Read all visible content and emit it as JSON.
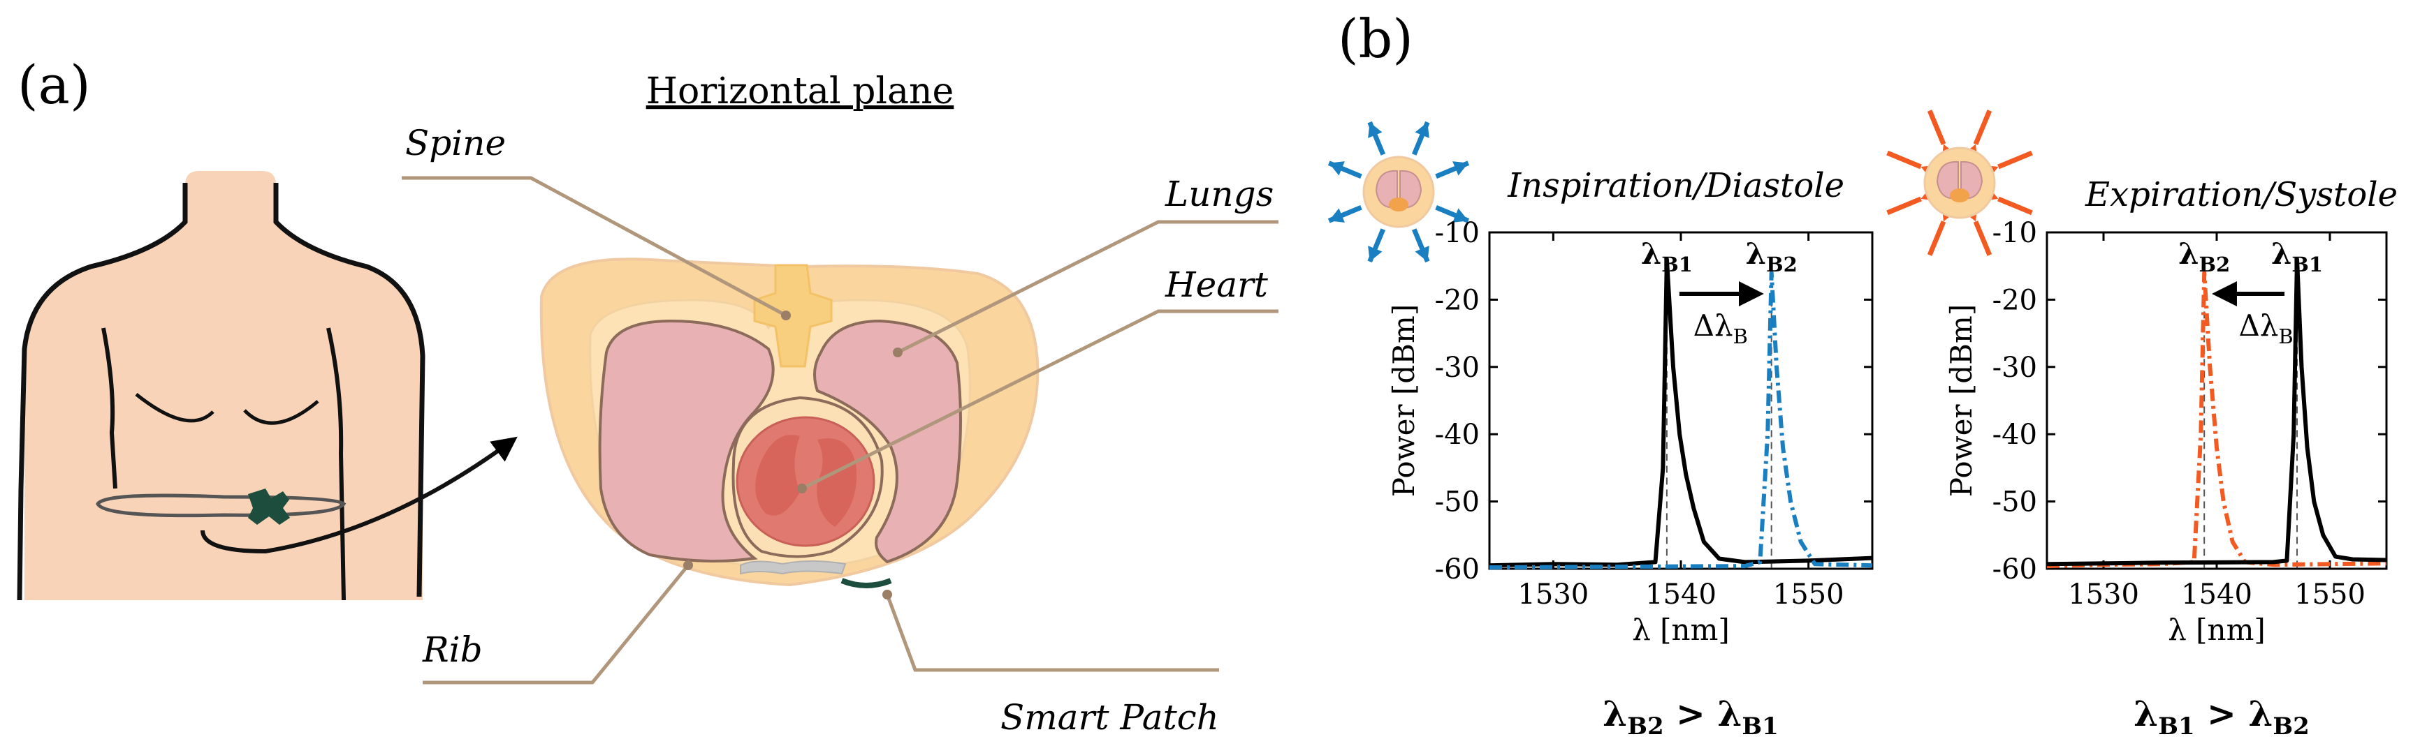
{
  "panel_a": {
    "label": "(a)",
    "plane_title": "Horizontal plane",
    "annotations": {
      "spine": "Spine",
      "lungs": "Lungs",
      "heart": "Heart",
      "rib": "Rib",
      "smart_patch": "Smart Patch"
    }
  },
  "panel_b": {
    "label": "(b)",
    "icon_expand": "arrows-outward-icon",
    "icon_compress": "arrows-inward-icon"
  },
  "colors": {
    "skin": "#f8d3b8",
    "torso_fill": "#fbd59e",
    "lung": "#e8b1b3",
    "heart": "#e07a70",
    "spine": "#f8cf7e",
    "leader": "#b0977c",
    "band_patch": "#1d4d3c",
    "series_black": "#000000",
    "series_blue": "#1a7fc1",
    "series_orange": "#f25a22",
    "arrow_blue": "#1a7fc1",
    "arrow_orange": "#f25a22"
  },
  "chart_data": [
    {
      "type": "line",
      "title": "Inspiration/Diastole",
      "xlabel": "λ [nm]",
      "ylabel": "Power [dBm]",
      "xlim": [
        1525,
        1555
      ],
      "ylim": [
        -60,
        -10
      ],
      "xticks": [
        1530,
        1540,
        1550
      ],
      "yticks": [
        -10,
        -20,
        -30,
        -40,
        -50,
        -60
      ],
      "series": [
        {
          "color": "#000000",
          "style": "solid",
          "x": [
            1525,
            1530,
            1535,
            1538.0,
            1538.6,
            1538.9,
            1539.4,
            1539.9,
            1540.4,
            1541.0,
            1541.8,
            1543,
            1545,
            1550,
            1555
          ],
          "y": [
            -59.5,
            -59.3,
            -59.4,
            -59.0,
            -45,
            -14,
            -30,
            -40,
            -46,
            -51,
            -56,
            -58.5,
            -59.0,
            -58.8,
            -58.4
          ]
        },
        {
          "color": "#1a7fc1",
          "style": "dashdot",
          "x": [
            1525,
            1535,
            1545,
            1546.2,
            1546.8,
            1547.1,
            1547.5,
            1548.0,
            1548.6,
            1549.4,
            1550.5,
            1555
          ],
          "y": [
            -59.8,
            -59.7,
            -59.6,
            -59.0,
            -40,
            -16,
            -30,
            -42,
            -50,
            -56,
            -59.3,
            -59.5
          ]
        }
      ],
      "peak_labels": [
        {
          "text": "λB1",
          "main": "λ",
          "sub": "B1",
          "x": 1538.9
        },
        {
          "text": "λB2",
          "main": "λ",
          "sub": "B2",
          "x": 1547.1
        }
      ],
      "shift_label": {
        "text": "ΔλB",
        "main": "Δλ",
        "sub": "B",
        "direction": "right"
      },
      "condition": {
        "a": "λB2",
        "op": ">",
        "b": "λB1"
      }
    },
    {
      "type": "line",
      "title": "Expiration/Systole",
      "xlabel": "λ [nm]",
      "ylabel": "Power [dBm]",
      "xlim": [
        1525,
        1555
      ],
      "ylim": [
        -60,
        -10
      ],
      "xticks": [
        1530,
        1540,
        1550
      ],
      "yticks": [
        -10,
        -20,
        -30,
        -40,
        -50,
        -60
      ],
      "series": [
        {
          "color": "#f25a22",
          "style": "dashdot",
          "x": [
            1525,
            1530,
            1535,
            1538.0,
            1538.6,
            1538.9,
            1539.4,
            1540.0,
            1540.6,
            1541.4,
            1542.5,
            1545,
            1555
          ],
          "y": [
            -59.6,
            -59.4,
            -59.3,
            -59.0,
            -40,
            -16,
            -30,
            -42,
            -50,
            -56,
            -59.0,
            -59.4,
            -59.2
          ]
        },
        {
          "color": "#000000",
          "style": "solid",
          "x": [
            1525,
            1535,
            1545,
            1546.2,
            1546.8,
            1547.1,
            1547.5,
            1548.0,
            1548.6,
            1549.4,
            1550.5,
            1552,
            1555
          ],
          "y": [
            -59.3,
            -59.1,
            -59.0,
            -58.8,
            -40,
            -14,
            -30,
            -42,
            -50,
            -55,
            -58.2,
            -58.6,
            -58.7
          ]
        }
      ],
      "peak_labels": [
        {
          "text": "λB2",
          "main": "λ",
          "sub": "B2",
          "x": 1538.9
        },
        {
          "text": "λB1",
          "main": "λ",
          "sub": "B1",
          "x": 1547.1
        }
      ],
      "shift_label": {
        "text": "ΔλB",
        "main": "Δλ",
        "sub": "B",
        "direction": "left"
      },
      "condition": {
        "a": "λB1",
        "op": ">",
        "b": "λB2"
      }
    }
  ]
}
